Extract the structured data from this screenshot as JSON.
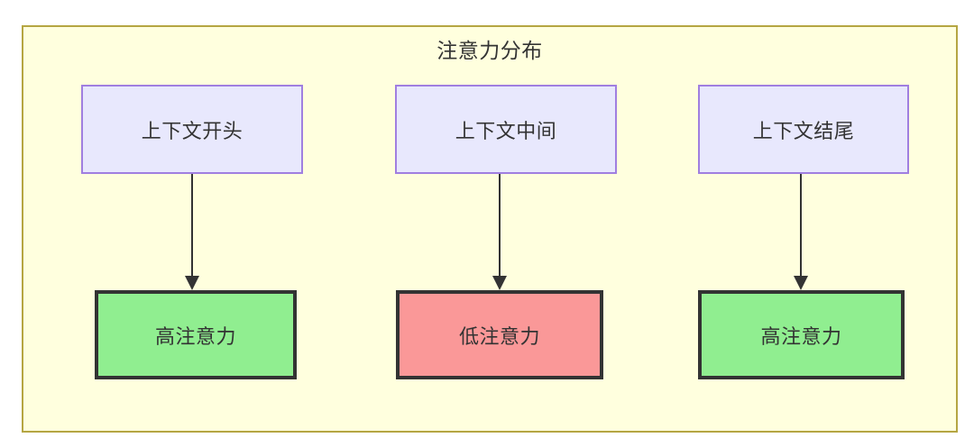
{
  "diagram": {
    "title": "注意力分布",
    "container": {
      "fill_color": "#ffffde",
      "border_color": "#b5a642"
    },
    "columns": [
      {
        "source": {
          "id": "context-start",
          "label": "上下文开头",
          "fill_color": "#e8e8fd",
          "border_color": "#a07fe0"
        },
        "target": {
          "id": "high-attention-start",
          "label": "高注意力",
          "fill_color": "#90ee90",
          "border_color": "#333333"
        },
        "edge": {
          "name": "arrow-context-start-to-high",
          "direction": "down"
        }
      },
      {
        "source": {
          "id": "context-middle",
          "label": "上下文中间",
          "fill_color": "#e8e8fd",
          "border_color": "#a07fe0"
        },
        "target": {
          "id": "low-attention-middle",
          "label": "低注意力",
          "fill_color": "#fa9898",
          "border_color": "#333333"
        },
        "edge": {
          "name": "arrow-context-middle-to-low",
          "direction": "down"
        }
      },
      {
        "source": {
          "id": "context-end",
          "label": "上下文结尾",
          "fill_color": "#e8e8fd",
          "border_color": "#a07fe0"
        },
        "target": {
          "id": "high-attention-end",
          "label": "高注意力",
          "fill_color": "#90ee90",
          "border_color": "#333333"
        },
        "edge": {
          "name": "arrow-context-end-to-high",
          "direction": "down"
        }
      }
    ]
  }
}
